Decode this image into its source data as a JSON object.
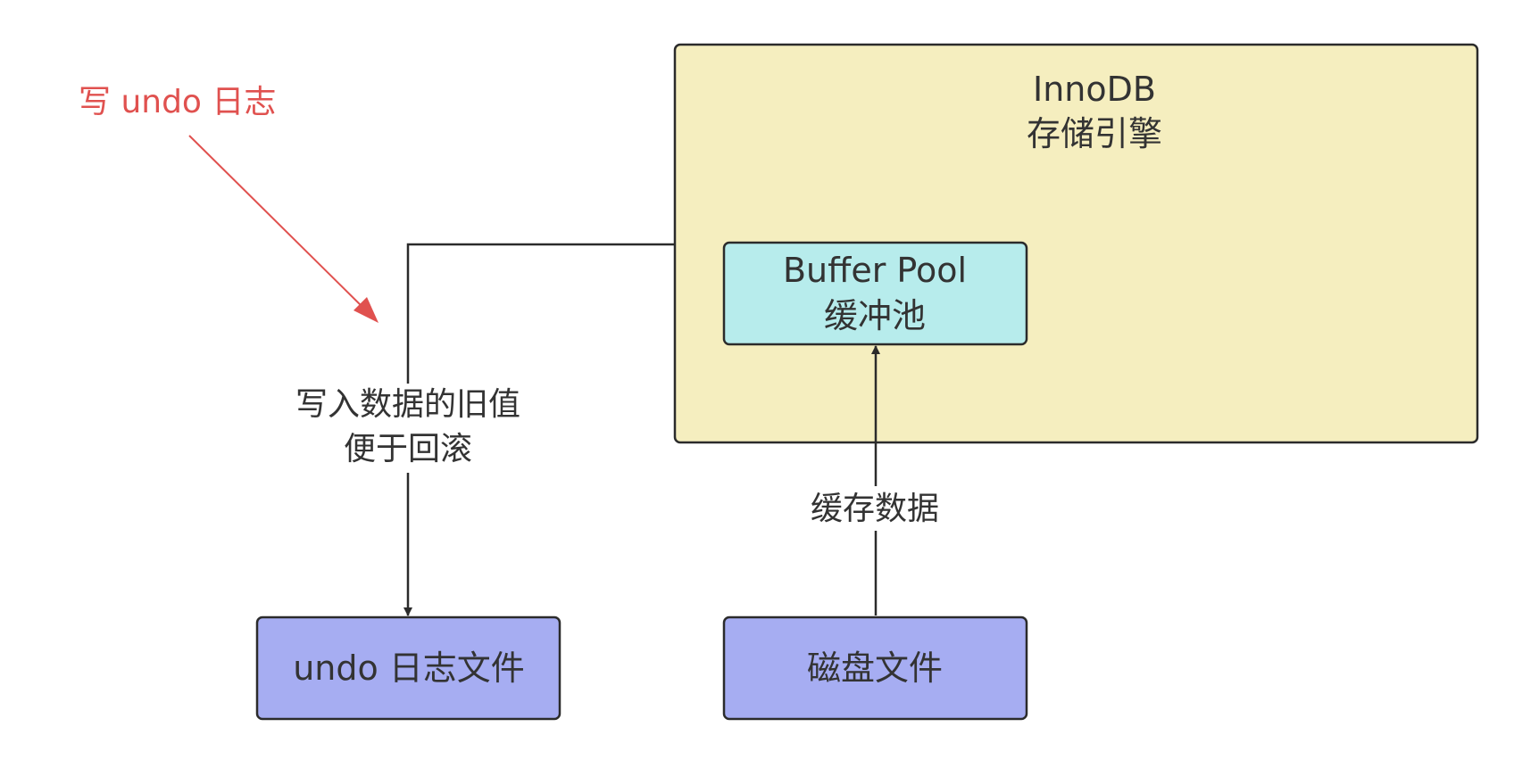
{
  "annotation": {
    "text": "写 undo 日志",
    "color": "#e0514f"
  },
  "nodes": {
    "innodb": {
      "title": "InnoDB",
      "subtitle": "存储引擎",
      "fill": "#f5eebf"
    },
    "buffer_pool": {
      "title": "Buffer Pool",
      "subtitle": "缓冲池",
      "fill": "#b7ecec"
    },
    "undo_file": {
      "label": "undo 日志文件",
      "fill": "#a6adf2"
    },
    "disk_file": {
      "label": "磁盘文件",
      "fill": "#a6adf2"
    }
  },
  "edges": {
    "write_old": {
      "line1": "写入数据的旧值",
      "line2": "便于回滚"
    },
    "cache": {
      "label": "缓存数据"
    }
  },
  "colors": {
    "stroke": "#2b2b2b",
    "text": "#333333"
  }
}
